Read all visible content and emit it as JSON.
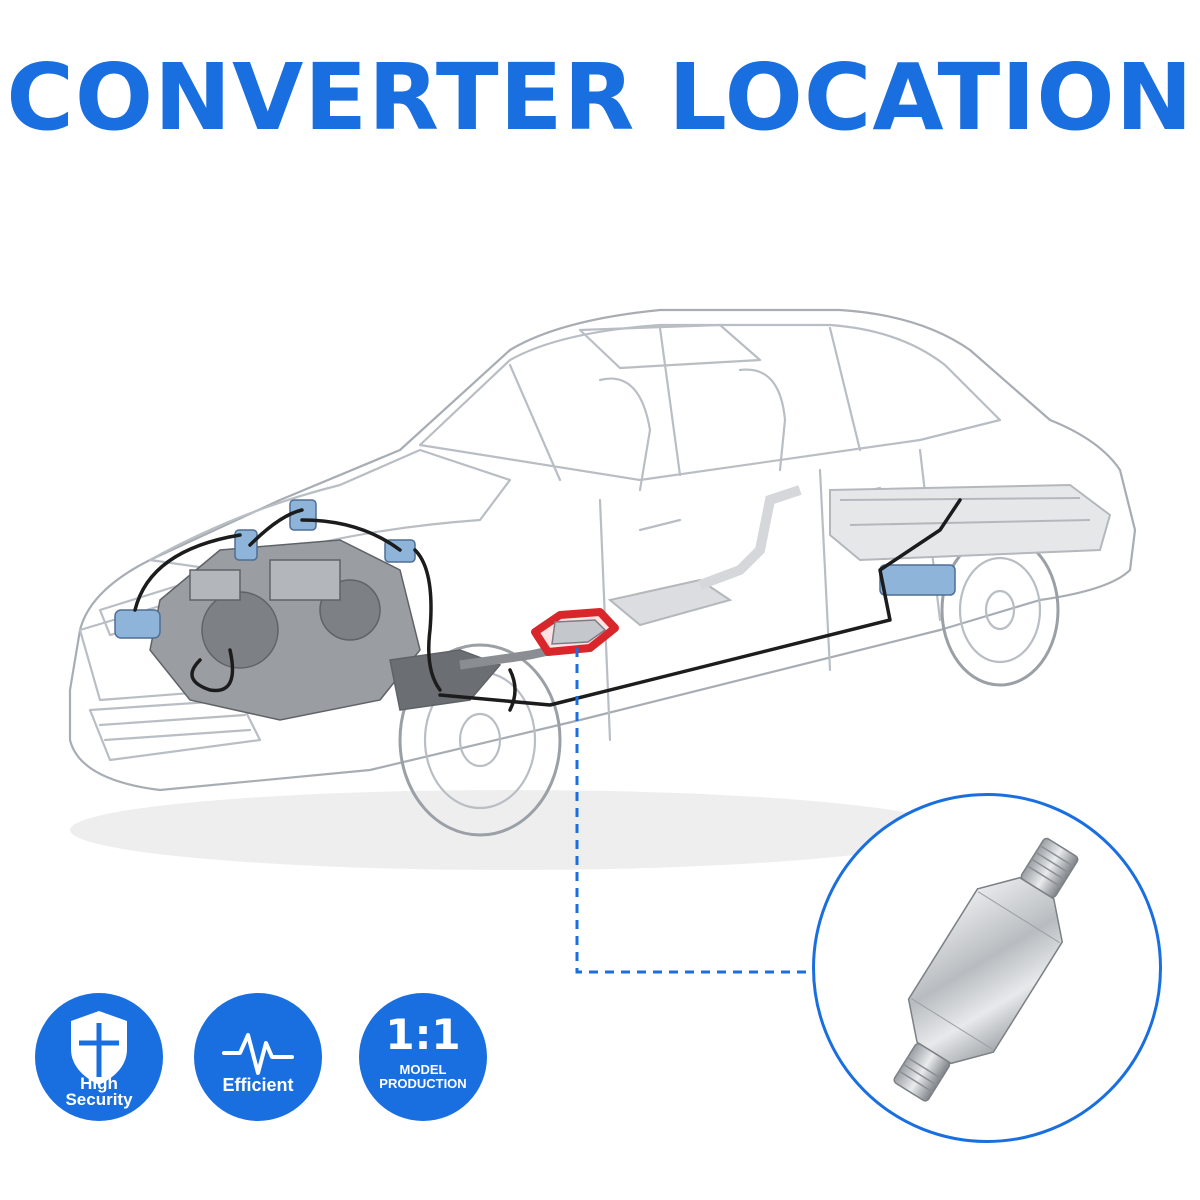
{
  "title": "CONVERTER LOCATION",
  "colors": {
    "brand_blue": "#1a6fe0",
    "highlight_red": "#d9262b",
    "line_gray": "#b9bec4",
    "engine_gray": "#8a8e93",
    "sensor_blue": "#8fb4d9"
  },
  "illustration": {
    "icon": "car-cutaway-icon"
  },
  "detail": {
    "icon": "catalytic-converter-icon"
  },
  "badges": [
    {
      "icon": "shield-icon",
      "line1": "High",
      "line2": "Security"
    },
    {
      "icon": "pulse-icon",
      "label": "Efficient"
    },
    {
      "big": "1:1",
      "line1": "MODEL",
      "line2": "PRODUCTION"
    }
  ]
}
